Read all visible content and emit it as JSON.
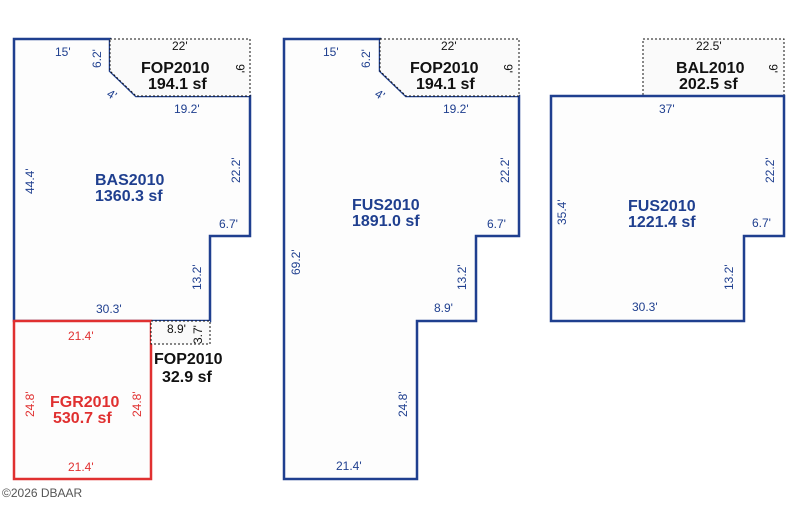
{
  "areas": {
    "bas": {
      "code": "BAS2010",
      "area": "1360.3 sf",
      "dims": {
        "top": "15'",
        "notch": "6.2'",
        "diag": "4'",
        "mid": "19.2'",
        "left": "44.4'",
        "right": "22.2'",
        "step": "6.7'",
        "lower": "13.2'",
        "bottom": "30.3'"
      }
    },
    "fop_top_1": {
      "code": "FOP2010",
      "area": "194.1 sf",
      "dims": {
        "top": "22'",
        "side": "9'"
      }
    },
    "fop_small": {
      "code": "FOP2010",
      "area": "32.9 sf",
      "dims": {
        "width": "8.9'",
        "height": "3.7'"
      }
    },
    "fgr": {
      "code": "FGR2010",
      "area": "530.7 sf",
      "dims": {
        "top": "21.4'",
        "left": "24.8'",
        "right": "24.8'",
        "bottom": "21.4'"
      }
    },
    "fus_mid": {
      "code": "FUS2010",
      "area": "1891.0 sf",
      "dims": {
        "top": "15'",
        "notch": "6.2'",
        "diag": "4'",
        "mid": "19.2'",
        "left": "69.2'",
        "right": "22.2'",
        "step": "6.7'",
        "lower": "13.2'",
        "step2": "8.9'",
        "lower2": "24.8'",
        "bottom": "21.4'"
      }
    },
    "fop_top_2": {
      "code": "FOP2010",
      "area": "194.1 sf",
      "dims": {
        "top": "22'",
        "side": "9'"
      }
    },
    "bal": {
      "code": "BAL2010",
      "area": "202.5 sf",
      "dims": {
        "top": "22.5'",
        "side": "9'"
      }
    },
    "fus_right": {
      "code": "FUS2010",
      "area": "1221.4 sf",
      "dims": {
        "top": "37'",
        "left": "35.4'",
        "right": "22.2'",
        "step": "6.7'",
        "lower": "13.2'",
        "bottom": "30.3'"
      }
    }
  },
  "colors": {
    "living": "#1f3f8f",
    "garage": "#e03030",
    "porch": "#111111"
  },
  "copyright": "©2026 DBAAR"
}
